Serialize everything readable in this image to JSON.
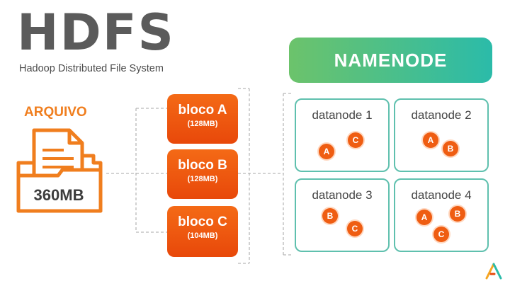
{
  "title": "HDFS",
  "subtitle": "Hadoop Distributed File System",
  "file": {
    "label": "ARQUIVO",
    "size": "360MB"
  },
  "blocks": [
    {
      "name": "bloco A",
      "size": "(128MB)"
    },
    {
      "name": "bloco B",
      "size": "(128MB)"
    },
    {
      "name": "bloco C",
      "size": "(104MB)"
    }
  ],
  "namenode": "NAMENODE",
  "datanodes": [
    {
      "label": "datanode 1",
      "blocks": [
        "A",
        "C"
      ]
    },
    {
      "label": "datanode 2",
      "blocks": [
        "A",
        "B"
      ]
    },
    {
      "label": "datanode 3",
      "blocks": [
        "B",
        "C"
      ]
    },
    {
      "label": "datanode 4",
      "blocks": [
        "A",
        "B",
        "C"
      ]
    }
  ],
  "colors": {
    "accent_orange": "#f07e1e",
    "block_orange": "#e8480a",
    "teal": "#2bbba9",
    "green": "#6cc36b"
  }
}
